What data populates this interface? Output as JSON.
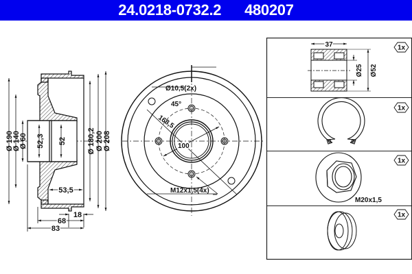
{
  "header": {
    "part_number": "24.0218-0732.2",
    "ref_number": "480207",
    "background_color": "#0000ee",
    "text_color": "#ffffff"
  },
  "side_view": {
    "dimensions": {
      "d190": "Ø 190",
      "d140": "Ø 140",
      "d60": "Ø 60",
      "bore1": "52,3",
      "bore2": "52",
      "d180_2": "Ø 180,2",
      "d200": "Ø 200",
      "d208": "Ø 208",
      "depth_53_5": "53,5",
      "width_18": "18",
      "width_68": "68",
      "width_83": "83"
    }
  },
  "front_view": {
    "labels": {
      "hole": "Ø10,5(2x)",
      "angle": "45°",
      "pcd_outer": "168,5",
      "pcd": "100",
      "thread": "M12x1,5(4x)"
    }
  },
  "parts": [
    {
      "name": "bearing",
      "qty": "1x",
      "dim_width": "37",
      "dim_inner": "Ø25",
      "dim_outer": "Ø52"
    },
    {
      "name": "circlip",
      "qty": "1x"
    },
    {
      "name": "axle-nut",
      "qty": "1x",
      "label": "M20x1,5"
    },
    {
      "name": "dust-cap",
      "qty": "1x"
    }
  ]
}
